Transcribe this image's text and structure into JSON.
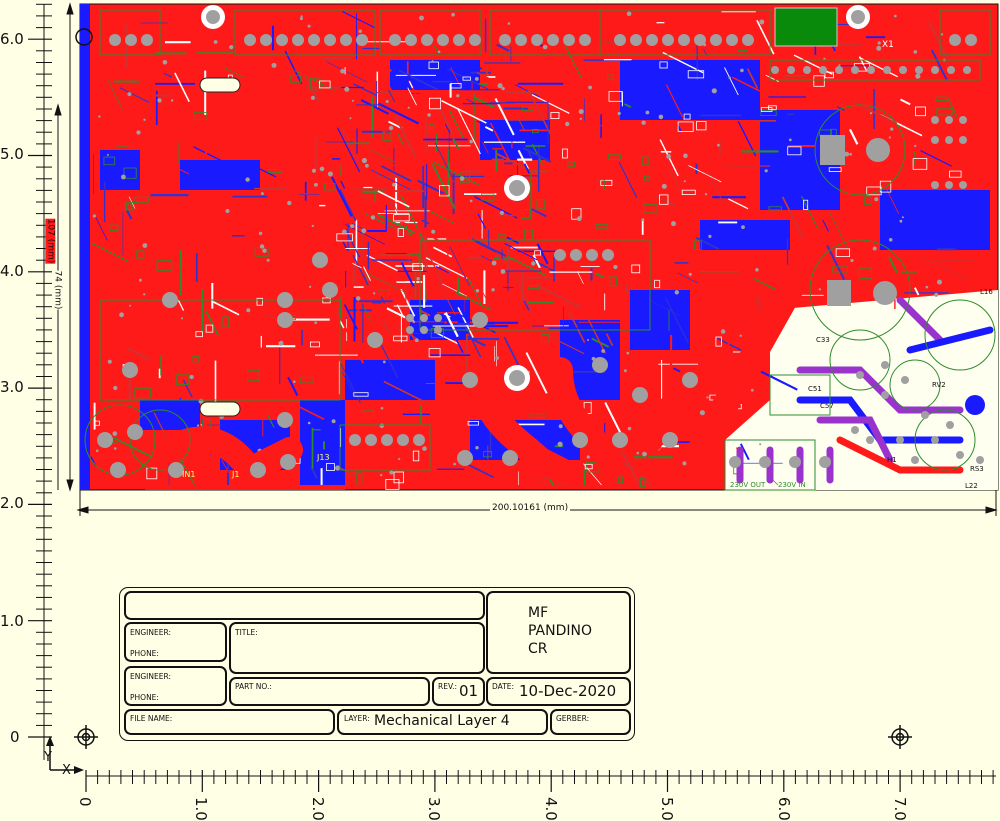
{
  "colors": {
    "background": "#ffffe6",
    "top_copper": "#ff1a1a",
    "bottom_copper": "#1a1aff",
    "silkscreen": "#e0e000",
    "pads": "#a0a0a0",
    "outline": "#111111"
  },
  "ruler_y_labels": [
    "6.0",
    "5.0",
    "4.0",
    "3.0",
    "2.0",
    "1.0",
    "0"
  ],
  "ruler_x_labels": [
    "0",
    "1.0",
    "2.0",
    "3.0",
    "4.0",
    "5.0",
    "6.0",
    "7.0"
  ],
  "axis_letters": {
    "y": "Y",
    "x": "X"
  },
  "dimensions": {
    "width": "200.10161 (mm)",
    "height_outer": "107 (mm)",
    "height_inner": "74 (mm)"
  },
  "board_labels": {
    "in1": "IN1",
    "j1": "J1",
    "j13": "J13",
    "l16": "L16",
    "c33": "C33",
    "c51": "C51",
    "c57": "C57",
    "rv2": "RV2",
    "h1": "H1",
    "rs3": "RS3",
    "out230": "230V OUT",
    "in230": "230V IN",
    "l22": "L22",
    "x1": "X1"
  },
  "title_block": {
    "engineer1_label": "ENGINEER:",
    "phone1_label": "PHONE:",
    "engineer2_label": "ENGINEER:",
    "phone2_label": "PHONE:",
    "title_label": "TITLE:",
    "part_label": "PART NO.:",
    "rev_label": "REV.:",
    "rev_value": "01",
    "date_label": "DATE:",
    "date_value": "10-Dec-2020",
    "file_label": "FILE NAME:",
    "layer_label": "LAYER:",
    "layer_value": "Mechanical Layer 4",
    "gerber_label": "GERBER:",
    "company_line1": "MF",
    "company_line2": "PANDINO",
    "company_line3": "CR"
  }
}
